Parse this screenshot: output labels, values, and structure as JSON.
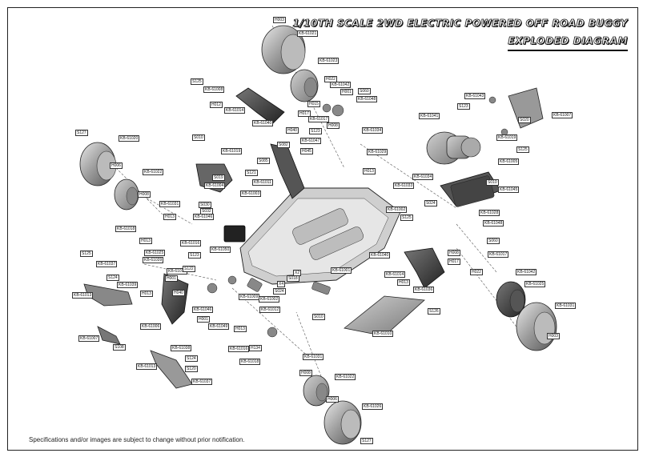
{
  "header": {
    "title": "1/10TH SCALE 2WD ELECTRIC POWERED OFF ROAD BUGGY",
    "subtitle": "EXPLODED DIAGRAM"
  },
  "footer": {
    "disclaimer": "Specifications and/or images are subject to change without prior notification."
  },
  "part_labels": [
    "H003",
    "KB-61021",
    "KB-61023",
    "S125",
    "KB-61008",
    "H012",
    "KB-61014",
    "KB-61040",
    "H022",
    "KB-61042",
    "H001",
    "S060",
    "KB-61048",
    "H015",
    "KB-61017",
    "H008",
    "H017",
    "S127",
    "KB-61020",
    "S010",
    "KB-61019",
    "KB-61004",
    "S019",
    "H040",
    "S123",
    "KB-61047",
    "S082",
    "S085",
    "S121",
    "KB-61011",
    "H045",
    "H006",
    "KB-61022",
    "H008",
    "KB-61031",
    "H013",
    "KB-61046",
    "KB-61018",
    "H013",
    "KB-61016",
    "S030",
    "KB-61003",
    "S032",
    "KB-61039",
    "KB-61025",
    "S125",
    "KB-61037",
    "S124",
    "KB-61039",
    "KB-61013",
    "H013",
    "H001",
    "KB-61015",
    "S122",
    "KB-61050",
    "S123",
    "H040",
    "KB-61001",
    "X2",
    "S018",
    "X4",
    "S024",
    "KB-61002",
    "KB-61009",
    "KB-61046",
    "S010",
    "KB-61049",
    "KB-61012",
    "H001",
    "KB-61007",
    "KB-61006",
    "S108",
    "KB-61038",
    "S124",
    "S120",
    "KB-61037",
    "KB-61013",
    "H013",
    "KB-61016",
    "H134",
    "KB-61018",
    "KB-61031",
    "H008",
    "KB-61022",
    "H006",
    "KB-61026",
    "S127",
    "KB-61010",
    "KB-61040",
    "KB-61014",
    "H013",
    "KB-61036",
    "S126",
    "S060",
    "H008",
    "KB-61017",
    "H017",
    "H022",
    "KB-61042",
    "KB-61025",
    "KB-61031",
    "H003",
    "KB-61007",
    "S020",
    "KB-61043",
    "KB-61041",
    "S123",
    "KB-61019",
    "S125",
    "KB-61005",
    "KB-61034",
    "KB-61029",
    "H013",
    "KB-61033",
    "KB-61034",
    "S024",
    "KB-61028",
    "KB-61048",
    "KB-61002",
    "S010",
    "KB-61045",
    "S125"
  ]
}
